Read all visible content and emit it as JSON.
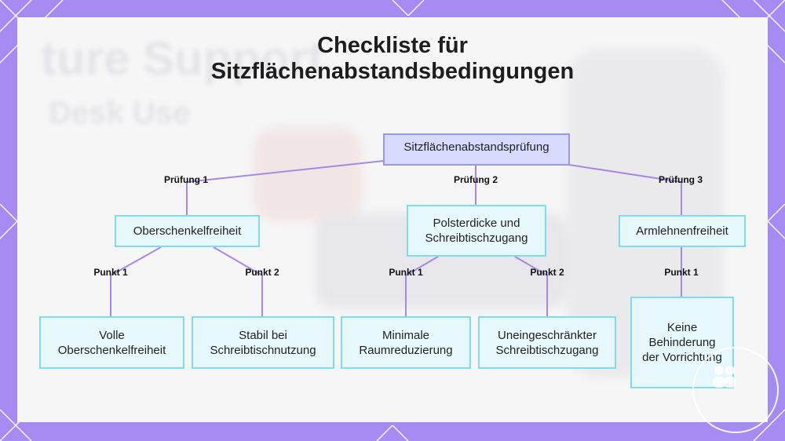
{
  "title_line1": "Checkliste für",
  "title_line2": "Sitzflächenabstandsbedingungen",
  "colors": {
    "frame": "#a48cf2",
    "root_fill": "#d8dafd",
    "root_border": "#9599e6",
    "node_fill": "#e6f8fc",
    "node_border": "#7fdcec",
    "connector": "#a58ae2"
  },
  "background_text": {
    "line1": "ture Support",
    "line2": "Desk Use"
  },
  "root": {
    "label": "Sitzflächenabstandsprüfung"
  },
  "checks": [
    {
      "edge_label": "Prüfung 1",
      "label": "Oberschenkelfreiheit",
      "points": [
        {
          "edge_label": "Punkt 1",
          "label": "Volle Oberschenkelfreiheit"
        },
        {
          "edge_label": "Punkt 2",
          "label": "Stabil bei Schreibtischnutzung"
        }
      ]
    },
    {
      "edge_label": "Prüfung 2",
      "label": "Polsterdicke und Schreibtischzugang",
      "points": [
        {
          "edge_label": "Punkt 1",
          "label": "Minimale Raumreduzierung"
        },
        {
          "edge_label": "Punkt 2",
          "label": "Uneingeschränkter Schreibtischzugang"
        }
      ]
    },
    {
      "edge_label": "Prüfung 3",
      "label": "Armlehnenfreiheit",
      "points": [
        {
          "edge_label": "Punkt 1",
          "label": "Keine Behinderung der Vorrichtung"
        }
      ]
    }
  ]
}
